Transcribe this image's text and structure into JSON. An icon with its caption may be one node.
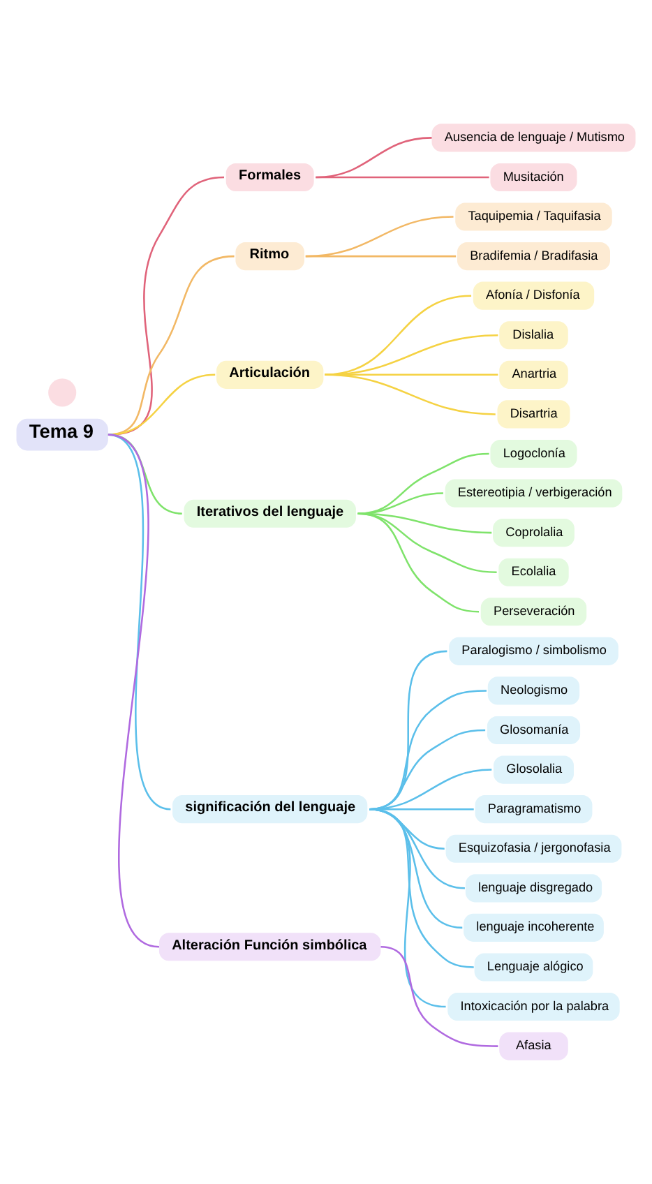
{
  "diagram": {
    "nodes": [
      {
        "text": [
          "Tema 9"
        ]
      },
      {
        "text": [
          "Formales"
        ]
      },
      {
        "text": [
          "Ausencia de lenguaje / Mutismo"
        ]
      },
      {
        "text": [
          "Musitación"
        ]
      },
      {
        "text": [
          "Ritmo"
        ]
      },
      {
        "text": [
          "Taquipemia / Taquifasia"
        ]
      },
      {
        "text": [
          "Bradifemia / Bradifasia"
        ]
      },
      {
        "text": [
          "Articulación"
        ]
      },
      {
        "text": [
          "Afonía / Disfonía"
        ]
      },
      {
        "text": [
          "Dislalia"
        ]
      },
      {
        "text": [
          "Anartria"
        ]
      },
      {
        "text": [
          "Disartria"
        ]
      },
      {
        "text": [
          "Iterativos del lenguaje"
        ]
      },
      {
        "text": [
          "Logoclonía"
        ]
      },
      {
        "text": [
          "Estereotipia / verbigeración"
        ]
      },
      {
        "text": [
          "Coprolalia"
        ]
      },
      {
        "text": [
          "Ecolalia"
        ]
      },
      {
        "text": [
          "Perseveración"
        ]
      },
      {
        "text": [
          "significación del lenguaje"
        ]
      },
      {
        "text": [
          "Paralogismo / simbolismo"
        ]
      },
      {
        "text": [
          "Neologismo"
        ]
      },
      {
        "text": [
          "Glosomanía"
        ]
      },
      {
        "text": [
          "Glosolalia"
        ]
      },
      {
        "text": [
          "Paragramatismo"
        ]
      },
      {
        "text": [
          "Esquizofasia / jergonofasia"
        ]
      },
      {
        "text": [
          "lenguaje disgregado"
        ]
      },
      {
        "text": [
          "lenguaje incoherente"
        ]
      },
      {
        "text": [
          "Lenguaje alógico"
        ]
      },
      {
        "text": [
          "Intoxicación por la palabra"
        ]
      },
      {
        "text": [
          "Alteración Función simbólica"
        ]
      },
      {
        "text": [
          "Afasia"
        ]
      },
      {
        "text": [],
        "shape": "circle"
      }
    ],
    "edges": [
      {
        "from": 0,
        "to": 1,
        "arrow": "none",
        "color": "#e0637a"
      },
      {
        "from": 1,
        "to": 2,
        "arrow": "none",
        "color": "#e0637a"
      },
      {
        "from": 1,
        "to": 3,
        "arrow": "none",
        "color": "#e0637a"
      },
      {
        "from": 0,
        "to": 4,
        "arrow": "none",
        "color": "#f2b865"
      },
      {
        "from": 4,
        "to": 5,
        "arrow": "none",
        "color": "#f2b865"
      },
      {
        "from": 4,
        "to": 6,
        "arrow": "none",
        "color": "#f2b865"
      },
      {
        "from": 0,
        "to": 7,
        "arrow": "none",
        "color": "#f5d243"
      },
      {
        "from": 7,
        "to": 8,
        "arrow": "none",
        "color": "#f5d243"
      },
      {
        "from": 7,
        "to": 9,
        "arrow": "none",
        "color": "#f5d243"
      },
      {
        "from": 7,
        "to": 10,
        "arrow": "none",
        "color": "#f5d243"
      },
      {
        "from": 7,
        "to": 11,
        "arrow": "none",
        "color": "#f5d243"
      },
      {
        "from": 0,
        "to": 12,
        "arrow": "none",
        "color": "#7fe36b"
      },
      {
        "from": 12,
        "to": 13,
        "arrow": "none",
        "color": "#7fe36b"
      },
      {
        "from": 12,
        "to": 14,
        "arrow": "none",
        "color": "#7fe36b"
      },
      {
        "from": 12,
        "to": 15,
        "arrow": "none",
        "color": "#7fe36b"
      },
      {
        "from": 12,
        "to": 16,
        "arrow": "none",
        "color": "#7fe36b"
      },
      {
        "from": 12,
        "to": 17,
        "arrow": "none",
        "color": "#7fe36b"
      },
      {
        "from": 0,
        "to": 18,
        "arrow": "none"
      },
      {
        "from": 18,
        "to": 19,
        "arrow": "none"
      },
      {
        "from": 18,
        "to": 20,
        "arrow": "none"
      },
      {
        "from": 18,
        "to": 21,
        "arrow": "none"
      },
      {
        "from": 18,
        "to": 22,
        "arrow": "none"
      },
      {
        "from": 18,
        "to": 23,
        "arrow": "none"
      },
      {
        "from": 18,
        "to": 24,
        "arrow": "none"
      },
      {
        "from": 18,
        "to": 25,
        "arrow": "none"
      },
      {
        "from": 18,
        "to": 26,
        "arrow": "none"
      },
      {
        "from": 18,
        "to": 27,
        "arrow": "none"
      },
      {
        "from": 18,
        "to": 28,
        "arrow": "none"
      },
      {
        "from": 0,
        "to": 29,
        "arrow": "none",
        "color": "#b06ae0"
      },
      {
        "from": 29,
        "to": 30,
        "arrow": "none",
        "color": "#b06ae0"
      }
    ]
  }
}
